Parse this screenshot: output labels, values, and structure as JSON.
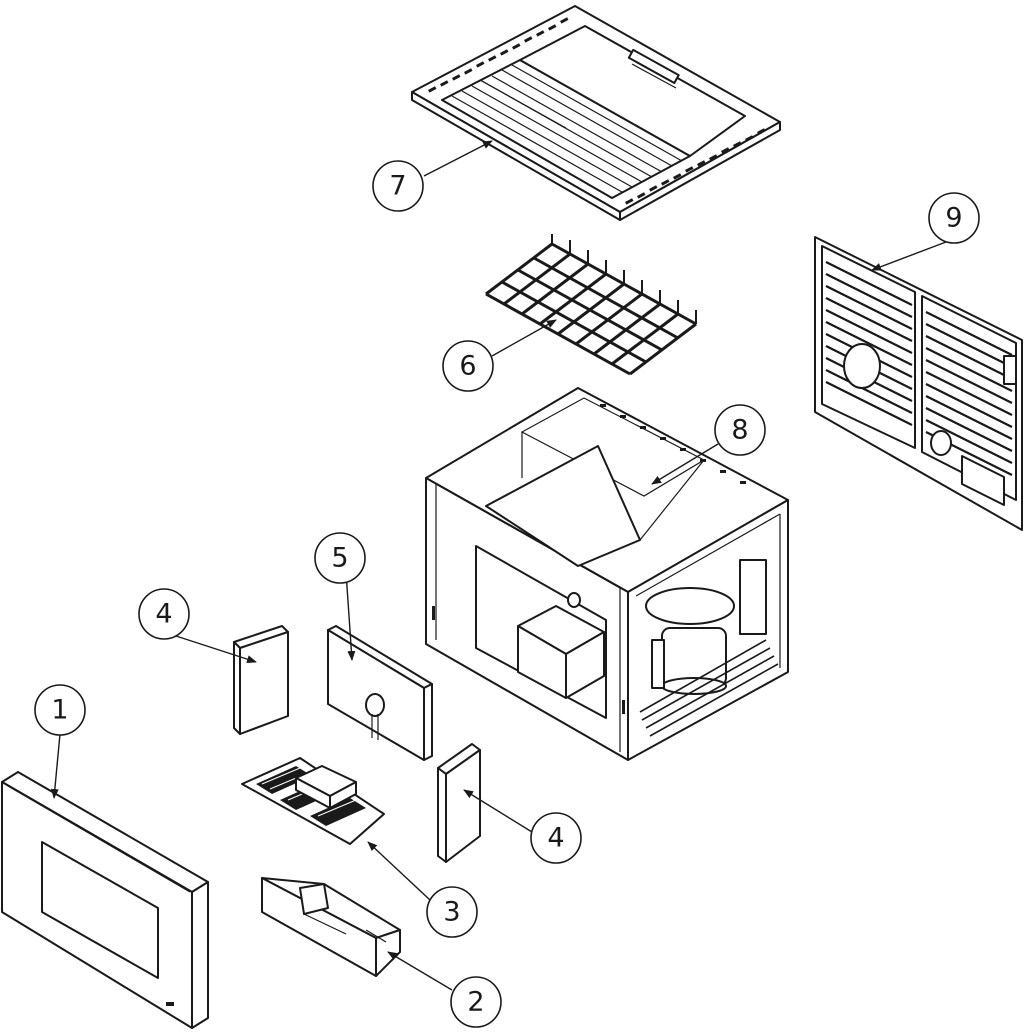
{
  "diagram": {
    "callouts": [
      {
        "id": "c1",
        "label": "1",
        "part": "front-frame"
      },
      {
        "id": "c2",
        "label": "2",
        "part": "ash-pan"
      },
      {
        "id": "c3",
        "label": "3",
        "part": "burn-pot-grate"
      },
      {
        "id": "c4a",
        "label": "4",
        "part": "side-refractory-left"
      },
      {
        "id": "c4b",
        "label": "4",
        "part": "side-refractory-right"
      },
      {
        "id": "c5",
        "label": "5",
        "part": "back-refractory"
      },
      {
        "id": "c6",
        "label": "6",
        "part": "wire-rack"
      },
      {
        "id": "c7",
        "label": "7",
        "part": "top-grille-panel"
      },
      {
        "id": "c8",
        "label": "8",
        "part": "firebox-chassis"
      },
      {
        "id": "c9",
        "label": "9",
        "part": "rear-grille-panel"
      }
    ]
  }
}
